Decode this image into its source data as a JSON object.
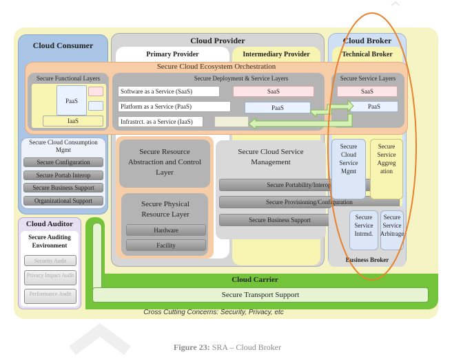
{
  "consumer": {
    "title": "Cloud Consumer",
    "functional_layers": "Secure Functional Layers",
    "paas": "PaaS",
    "iaas": "IaaS",
    "consumption_mgmt": "Secure Cloud Consumption Mgmt",
    "consumption_items": [
      "Secure Configuration",
      "Secure Portab Interop",
      "Secure Business Support",
      "Organizational Support"
    ]
  },
  "provider": {
    "title": "Cloud Provider",
    "primary": "Primary Provider",
    "intermediary": "Intermediary Provider",
    "deployment_layers": "Secure Deployment & Service Layers",
    "saas_row": "Software as a Service (SaaS)",
    "paas_row": "Platform as a Service (PaaS)",
    "iaas_row": "Infrastrct. as a Service (IaaS)",
    "saas": "SaaS",
    "paas": "PaaS",
    "resource_abstraction": "Secure Resource Abstraction and Control Layer",
    "physical_layer": "Secure Physical Resource Layer",
    "hardware": "Hardware",
    "facility": "Facility",
    "service_mgmt": "Secure Cloud Service Management",
    "portability": "Secure Portability/Interoperability",
    "provisioning": "Secure Provisioning/Configuration",
    "business_support": "Secure Business Support"
  },
  "orchestration": "Secure Cloud Ecosystem Orchestration",
  "broker": {
    "title": "Cloud Broker",
    "technical": "Technical Broker",
    "service_layers": "Secure Service Layers",
    "saas": "SaaS",
    "paas": "PaaS",
    "service_mgmt": "Secure Cloud Service Mgmt",
    "aggregation": "Secure Service Aggreg ation",
    "intermediation": "Secure Service Intrmd.",
    "arbitrage": "Secure Service Arbitrage",
    "business": "Business Broker"
  },
  "auditor": {
    "title": "Cloud Auditor",
    "environment": "Secure Auditing Environment",
    "items": [
      "Security Audit",
      "Privacy Impact Audit",
      "Performance Audit"
    ]
  },
  "carrier": {
    "title": "Cloud Carrier",
    "transport": "Secure Transport Support"
  },
  "cross_cutting": "Cross Cutting Concerns: Security, Privacy, etc",
  "caption": {
    "label": "Figure 23:",
    "text": " SRA – Cloud Broker"
  },
  "colors": {
    "outer_bg": "#f6f4c4",
    "consumer_bg": "#a9c4e4",
    "provider_bg": "#d6d6d6",
    "orchestration_bg": "#f6cda7",
    "broker_bg": "#cfe0f4",
    "tech_broker_bg": "#f8f5b2",
    "carrier_bg": "#74c43b",
    "highlight_ellipse": "#e7812d",
    "bar_gray": "#9e9e9e"
  }
}
